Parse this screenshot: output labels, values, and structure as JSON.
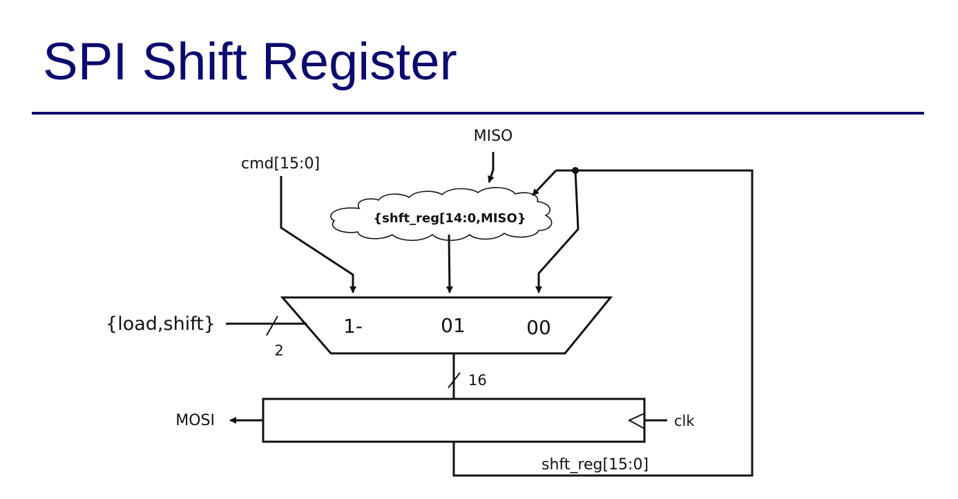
{
  "title": "SPI Shift Register",
  "colors": {
    "title": "#0b0b6e",
    "rule": "#0b0b6e",
    "wire": "#111111"
  },
  "diagram": {
    "inputs": {
      "cmd": "cmd[15:0]",
      "miso": "MISO",
      "select": "{load,shift}",
      "clock": "clk"
    },
    "concat_expression": "{shft_reg[14:0,MISO}",
    "mux": {
      "selector_width": "2",
      "input_codes": [
        "1-",
        "01",
        "00"
      ],
      "output_width": "16"
    },
    "register": {
      "output": "MOSI",
      "feedback": "shft_reg[15:0]"
    }
  }
}
